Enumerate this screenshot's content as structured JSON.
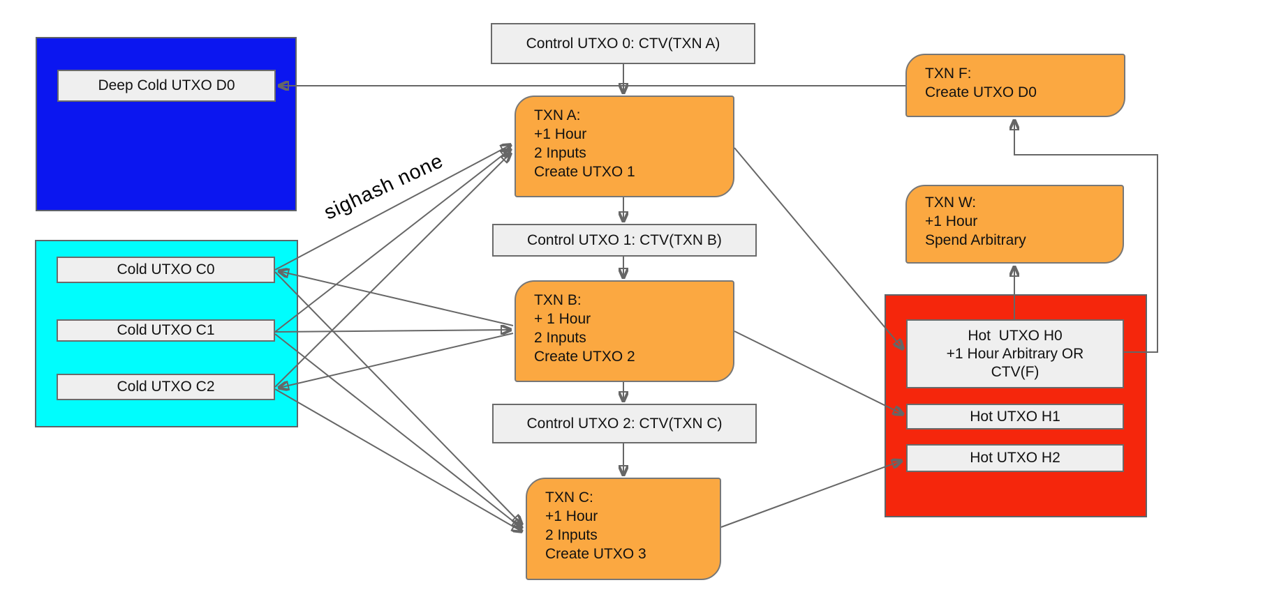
{
  "colors": {
    "deep_cold_fill": "#0b16f0",
    "cold_fill": "#00fdfd",
    "hot_fill": "#f5260c",
    "txn_fill": "#fba841",
    "label_fill": "#efefef",
    "connector": "#666666"
  },
  "nodes": {
    "control0": {
      "label": "Control UTXO 0: CTV(TXN A)"
    },
    "deep_cold_d0": {
      "label": "Deep Cold UTXO D0"
    },
    "cold_c0": {
      "label": "Cold UTXO C0"
    },
    "cold_c1": {
      "label": "Cold UTXO C1"
    },
    "cold_c2": {
      "label": "Cold UTXO C2"
    },
    "txn_a": {
      "lines": [
        "TXN A:",
        "+1 Hour",
        "2 Inputs",
        "Create UTXO 1"
      ]
    },
    "control1": {
      "label": "Control UTXO 1: CTV(TXN B)"
    },
    "txn_b": {
      "lines": [
        "TXN B:",
        "+ 1 Hour",
        "2 Inputs",
        "Create UTXO 2"
      ]
    },
    "control2": {
      "label": "Control UTXO 2: CTV(TXN C)"
    },
    "txn_c": {
      "lines": [
        "TXN C:",
        "+1 Hour",
        "2 Inputs",
        "Create UTXO 3"
      ]
    },
    "txn_f": {
      "lines": [
        "TXN F:",
        "Create UTXO D0"
      ]
    },
    "txn_w": {
      "lines": [
        "TXN W:",
        "+1 Hour",
        "Spend Arbitrary"
      ]
    },
    "hot_h0": {
      "lines": [
        "Hot  UTXO H0",
        "+1 Hour Arbitrary OR",
        "CTV(F)"
      ]
    },
    "hot_h1": {
      "label": "Hot UTXO H1"
    },
    "hot_h2": {
      "label": "Hot UTXO H2"
    }
  },
  "annotations": {
    "sighash_none": "sighash none"
  }
}
